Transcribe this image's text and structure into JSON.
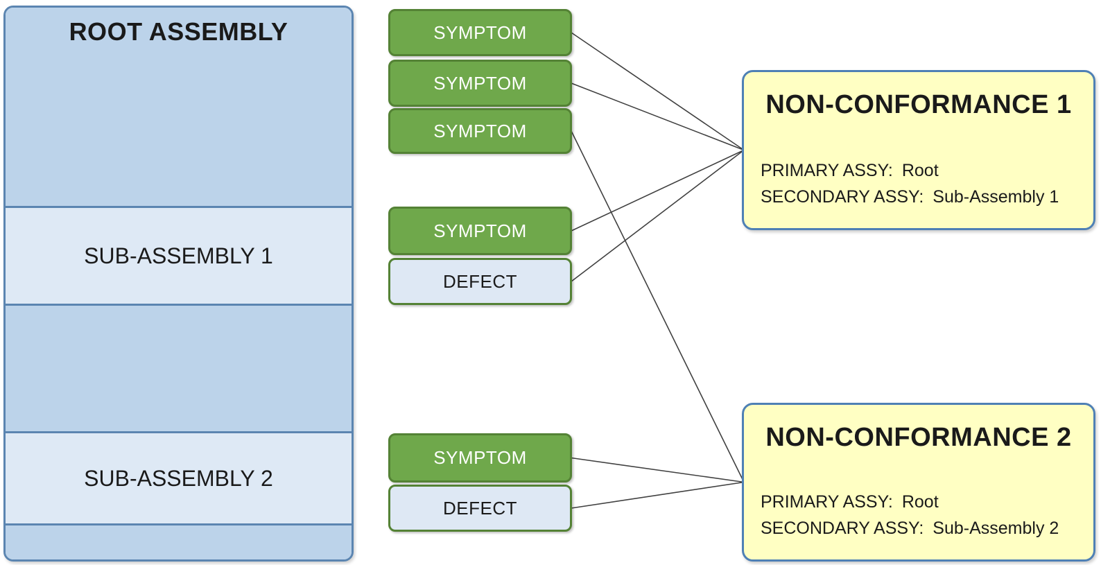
{
  "root_assembly": {
    "title": "ROOT ASSEMBLY",
    "sub_assembly_1": "SUB-ASSEMBLY 1",
    "sub_assembly_2": "SUB-ASSEMBLY 2"
  },
  "nodes": {
    "symptoms": [
      {
        "id": "symptom-1",
        "label": "SYMPTOM"
      },
      {
        "id": "symptom-2",
        "label": "SYMPTOM"
      },
      {
        "id": "symptom-3",
        "label": "SYMPTOM"
      },
      {
        "id": "symptom-4",
        "label": "SYMPTOM"
      },
      {
        "id": "symptom-5",
        "label": "SYMPTOM"
      }
    ],
    "defects": [
      {
        "id": "defect-1",
        "label": "DEFECT"
      },
      {
        "id": "defect-2",
        "label": "DEFECT"
      }
    ]
  },
  "non_conformances": [
    {
      "id": "nc-1",
      "title": "NON-CONFORMANCE 1",
      "primary_label": "PRIMARY ASSY:",
      "primary_value": "Root",
      "secondary_label": "SECONDARY ASSY:",
      "secondary_value": "Sub-Assembly 1"
    },
    {
      "id": "nc-2",
      "title": "NON-CONFORMANCE 2",
      "primary_label": "PRIMARY ASSY:",
      "primary_value": "Root",
      "secondary_label": "SECONDARY ASSY:",
      "secondary_value": "Sub-Assembly 2"
    }
  ],
  "edges": [
    {
      "from": "symptom-1",
      "to": "nc-1"
    },
    {
      "from": "symptom-2",
      "to": "nc-1"
    },
    {
      "from": "symptom-3",
      "to": "nc-2"
    },
    {
      "from": "symptom-4",
      "to": "nc-1"
    },
    {
      "from": "defect-1",
      "to": "nc-1"
    },
    {
      "from": "symptom-5",
      "to": "nc-2"
    },
    {
      "from": "defect-2",
      "to": "nc-2"
    }
  ],
  "colors": {
    "symptom_fill": "#6FA84B",
    "symptom_border": "#548235",
    "defect_fill": "#DEE8F4",
    "defect_border": "#548235",
    "assembly_dark": "#BCD3EA",
    "assembly_light": "#DEE9F5",
    "assembly_border": "#5B85B1",
    "nc_fill": "#FFFFC3",
    "nc_border": "#4E80B5",
    "connector": "#404040"
  }
}
